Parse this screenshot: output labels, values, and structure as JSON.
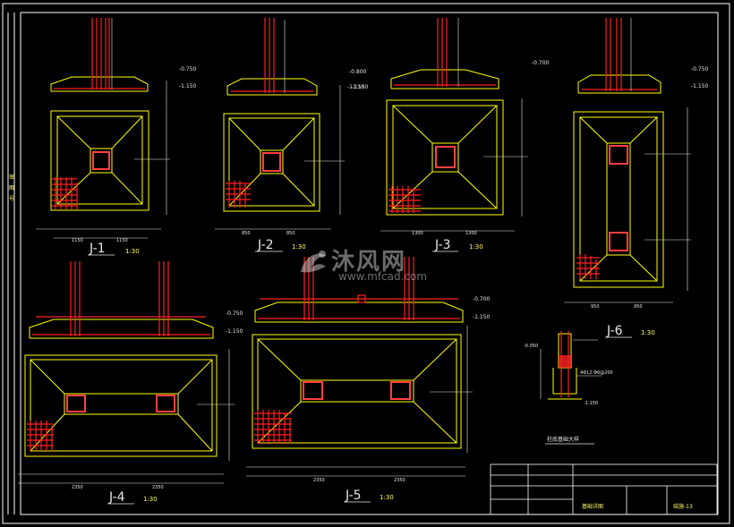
{
  "colors": {
    "frame": "#ffffff",
    "foundation": "#ffff00",
    "rebar": "#ff2020",
    "dim": "#e8e8e8",
    "label_scale": "#ffff66"
  },
  "footings": [
    {
      "id": "J-1",
      "scale": "1:30"
    },
    {
      "id": "J-2",
      "scale": "1:30"
    },
    {
      "id": "J-3",
      "scale": "1:30"
    },
    {
      "id": "J-4",
      "scale": "1:30"
    },
    {
      "id": "J-5",
      "scale": "1:30"
    },
    {
      "id": "J-6",
      "scale": "1:30"
    }
  ],
  "elevations": {
    "a": "-0.750",
    "b": "-1.150",
    "c": "-0.800",
    "d": "-0.700",
    "e": "-0.750",
    "f": "-1.150"
  },
  "dims": {
    "j1": [
      "1150",
      "1150"
    ],
    "j2": [
      "850",
      "850"
    ],
    "j3": [
      "1300",
      "1300"
    ],
    "j4": [
      "2350",
      "2350"
    ],
    "j5": [
      "2350",
      "2350"
    ],
    "j6": [
      "950",
      "950"
    ]
  },
  "detail": {
    "title": "柱底基础大样",
    "note": "4Φ12 Φ6@200",
    "elev": "-1.150"
  },
  "title_block": {
    "drawing_name": "基础详图",
    "drawing_no": "结施-13"
  },
  "side_labels": [
    "审",
    "图",
    "号"
  ],
  "watermark": {
    "brand": "沐风网",
    "url": "www.mfcad.com"
  }
}
